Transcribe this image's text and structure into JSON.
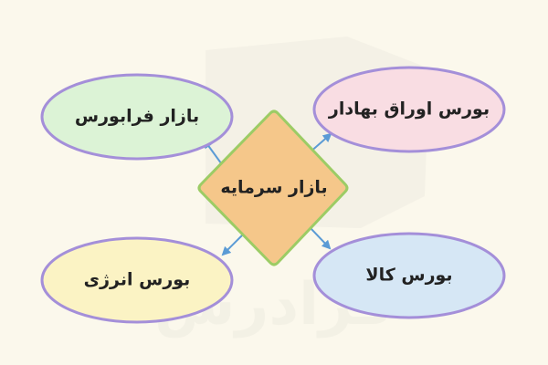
{
  "center": {
    "label": "بازار سرمایه",
    "fill": "#f5c78a",
    "stroke": "#9ccc65"
  },
  "nodes": {
    "top_left": {
      "label": "بازار فرابورس",
      "fill": "#dcf3d6",
      "stroke": "#a48fd9"
    },
    "top_right": {
      "label": "بورس اوراق بهادار",
      "fill": "#f9dde3",
      "stroke": "#a48fd9"
    },
    "bottom_left": {
      "label": "بورس انرژی",
      "fill": "#fbf3c4",
      "stroke": "#a48fd9"
    },
    "bottom_right": {
      "label": "بورس کالا",
      "fill": "#d6e7f5",
      "stroke": "#a48fd9"
    }
  },
  "arrow_color": "#5b9bd5",
  "watermark": {
    "text": "فرادرس"
  }
}
